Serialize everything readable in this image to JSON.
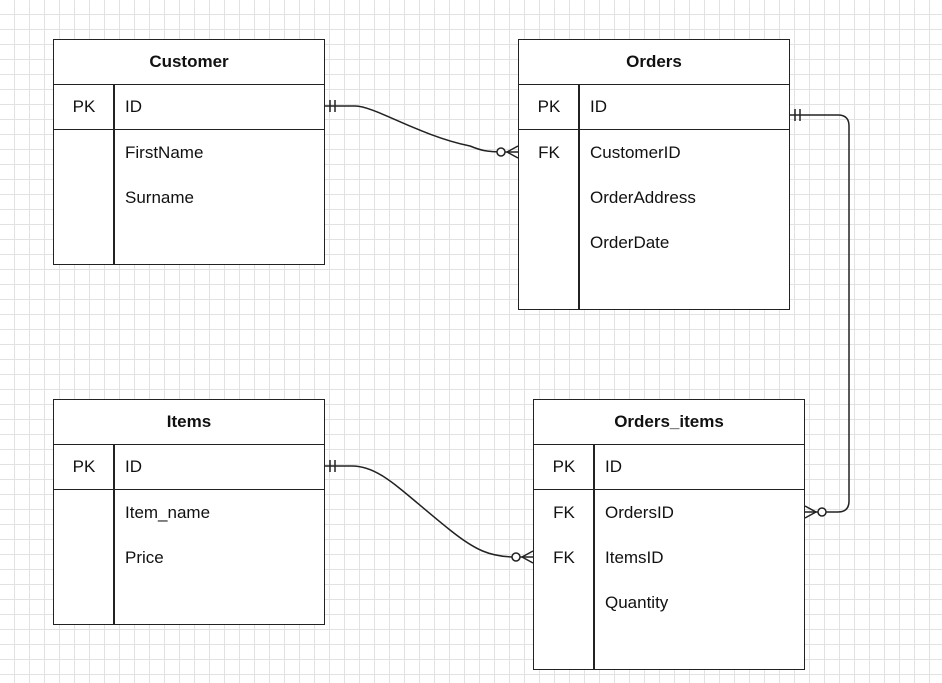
{
  "entities": {
    "customer": {
      "title": "Customer",
      "rows": [
        {
          "key": "PK",
          "field": "ID"
        },
        {
          "key": "",
          "field": "FirstName"
        },
        {
          "key": "",
          "field": "Surname"
        },
        {
          "key": "",
          "field": ""
        }
      ]
    },
    "orders": {
      "title": "Orders",
      "rows": [
        {
          "key": "PK",
          "field": "ID"
        },
        {
          "key": "FK",
          "field": "CustomerID"
        },
        {
          "key": "",
          "field": "OrderAddress"
        },
        {
          "key": "",
          "field": "OrderDate"
        },
        {
          "key": "",
          "field": ""
        }
      ]
    },
    "items": {
      "title": "Items",
      "rows": [
        {
          "key": "PK",
          "field": "ID"
        },
        {
          "key": "",
          "field": "Item_name"
        },
        {
          "key": "",
          "field": "Price"
        },
        {
          "key": "",
          "field": ""
        }
      ]
    },
    "orders_items": {
      "title": "Orders_items",
      "rows": [
        {
          "key": "PK",
          "field": "ID"
        },
        {
          "key": "FK",
          "field": "OrdersID"
        },
        {
          "key": "FK",
          "field": "ItemsID"
        },
        {
          "key": "",
          "field": "Quantity"
        },
        {
          "key": "",
          "field": ""
        }
      ]
    }
  },
  "relationships": [
    {
      "from": "Customer.ID",
      "to": "Orders.CustomerID",
      "from_end": "one-and-only-one",
      "to_end": "zero-or-many"
    },
    {
      "from": "Orders.ID",
      "to": "Orders_items.OrdersID",
      "from_end": "one-and-only-one",
      "to_end": "zero-or-many"
    },
    {
      "from": "Items.ID",
      "to": "Orders_items.ItemsID",
      "from_end": "one-and-only-one",
      "to_end": "zero-or-many"
    }
  ],
  "colors": {
    "line": "#222222",
    "grid": "#e2e2e2",
    "background": "#ffffff"
  }
}
